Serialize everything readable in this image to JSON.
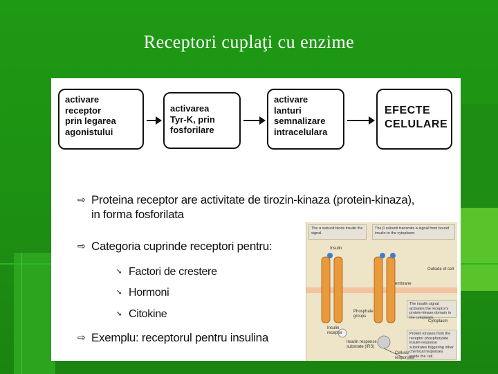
{
  "slide": {
    "title": "Receptori cuplaţi cu enzime"
  },
  "flow": {
    "box1": [
      "activare",
      "receptor",
      "prin legarea",
      "agonistului"
    ],
    "box2": [
      "activarea",
      "Tyr-K, prin",
      "fosforilare"
    ],
    "box3": [
      "activare",
      "lanturi",
      "semnalizare",
      "intracelulara"
    ],
    "box4": [
      "EFECTE",
      "CELULARE"
    ]
  },
  "bullets": {
    "main1": [
      "Proteina receptor are activitate de tirozin-kinaza (protein-kinaza),",
      "in forma fosforilata"
    ],
    "main2": "Categoria cuprinde receptori pentru:",
    "sub": [
      "Factori de crestere",
      "Hormoni",
      "Citokine"
    ],
    "main3": "Exemplu: receptorul pentru insulina"
  },
  "diagram": {
    "step1": "The α subunit binds insulin the signal.",
    "step2": "The β subunit transmits a signal from bound insulin to the cytoplasm.",
    "step3": "The insulin signal activates the receptor's protein-kinase domain in the cytoplasm.",
    "step4": "Protein kinases from the receptor phosphorylate insulin-response substrates triggering other chemical responses inside the cell.",
    "insulin": "Insulin",
    "outside": "Outside of cell",
    "membrane": "Membrane",
    "cytoplasm": "Cytoplasm",
    "phosphate": "Phosphate groups",
    "receptor": "Insulin receptor",
    "irs": "Insulin response substrate (IRS)",
    "cellular": "Cellular responses"
  },
  "colors": {
    "background": "#1f9a14",
    "accent_light": "#58c32a"
  }
}
